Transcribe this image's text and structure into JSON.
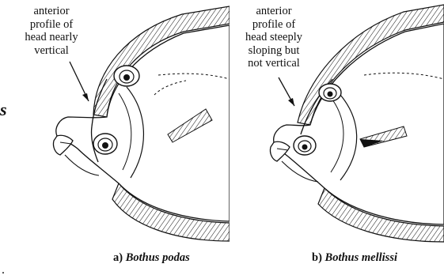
{
  "figure": {
    "panel_a": {
      "annotation_lines": [
        "anterior",
        "profile of",
        "head nearly",
        "vertical"
      ],
      "caption_letter": "a)",
      "caption_species": "Bothus podas",
      "fish_icon": "flatfish-head-drawing"
    },
    "panel_b": {
      "annotation_lines": [
        "anterior",
        "profile of",
        "head steeply",
        "sloping but",
        "not vertical"
      ],
      "caption_letter": "b)",
      "caption_species": "Bothus mellissi",
      "fish_icon": "flatfish-head-drawing"
    },
    "margin_mark": "s",
    "margin_dot": "·"
  }
}
